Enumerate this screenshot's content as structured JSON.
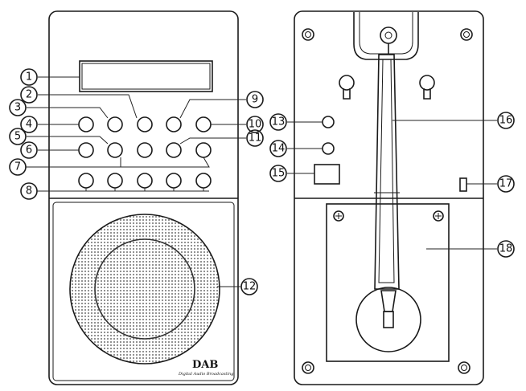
{
  "callouts": {
    "c1": "1",
    "c2": "2",
    "c3": "3",
    "c4": "4",
    "c5": "5",
    "c6": "6",
    "c7": "7",
    "c8": "8",
    "c9": "9",
    "c10": "10",
    "c11": "11",
    "c12": "12",
    "c13": "13",
    "c14": "14",
    "c15": "15",
    "c16": "16",
    "c17": "17",
    "c18": "18"
  },
  "logo": {
    "text": "DAB",
    "subtext": "Digital Audio Broadcasting"
  }
}
